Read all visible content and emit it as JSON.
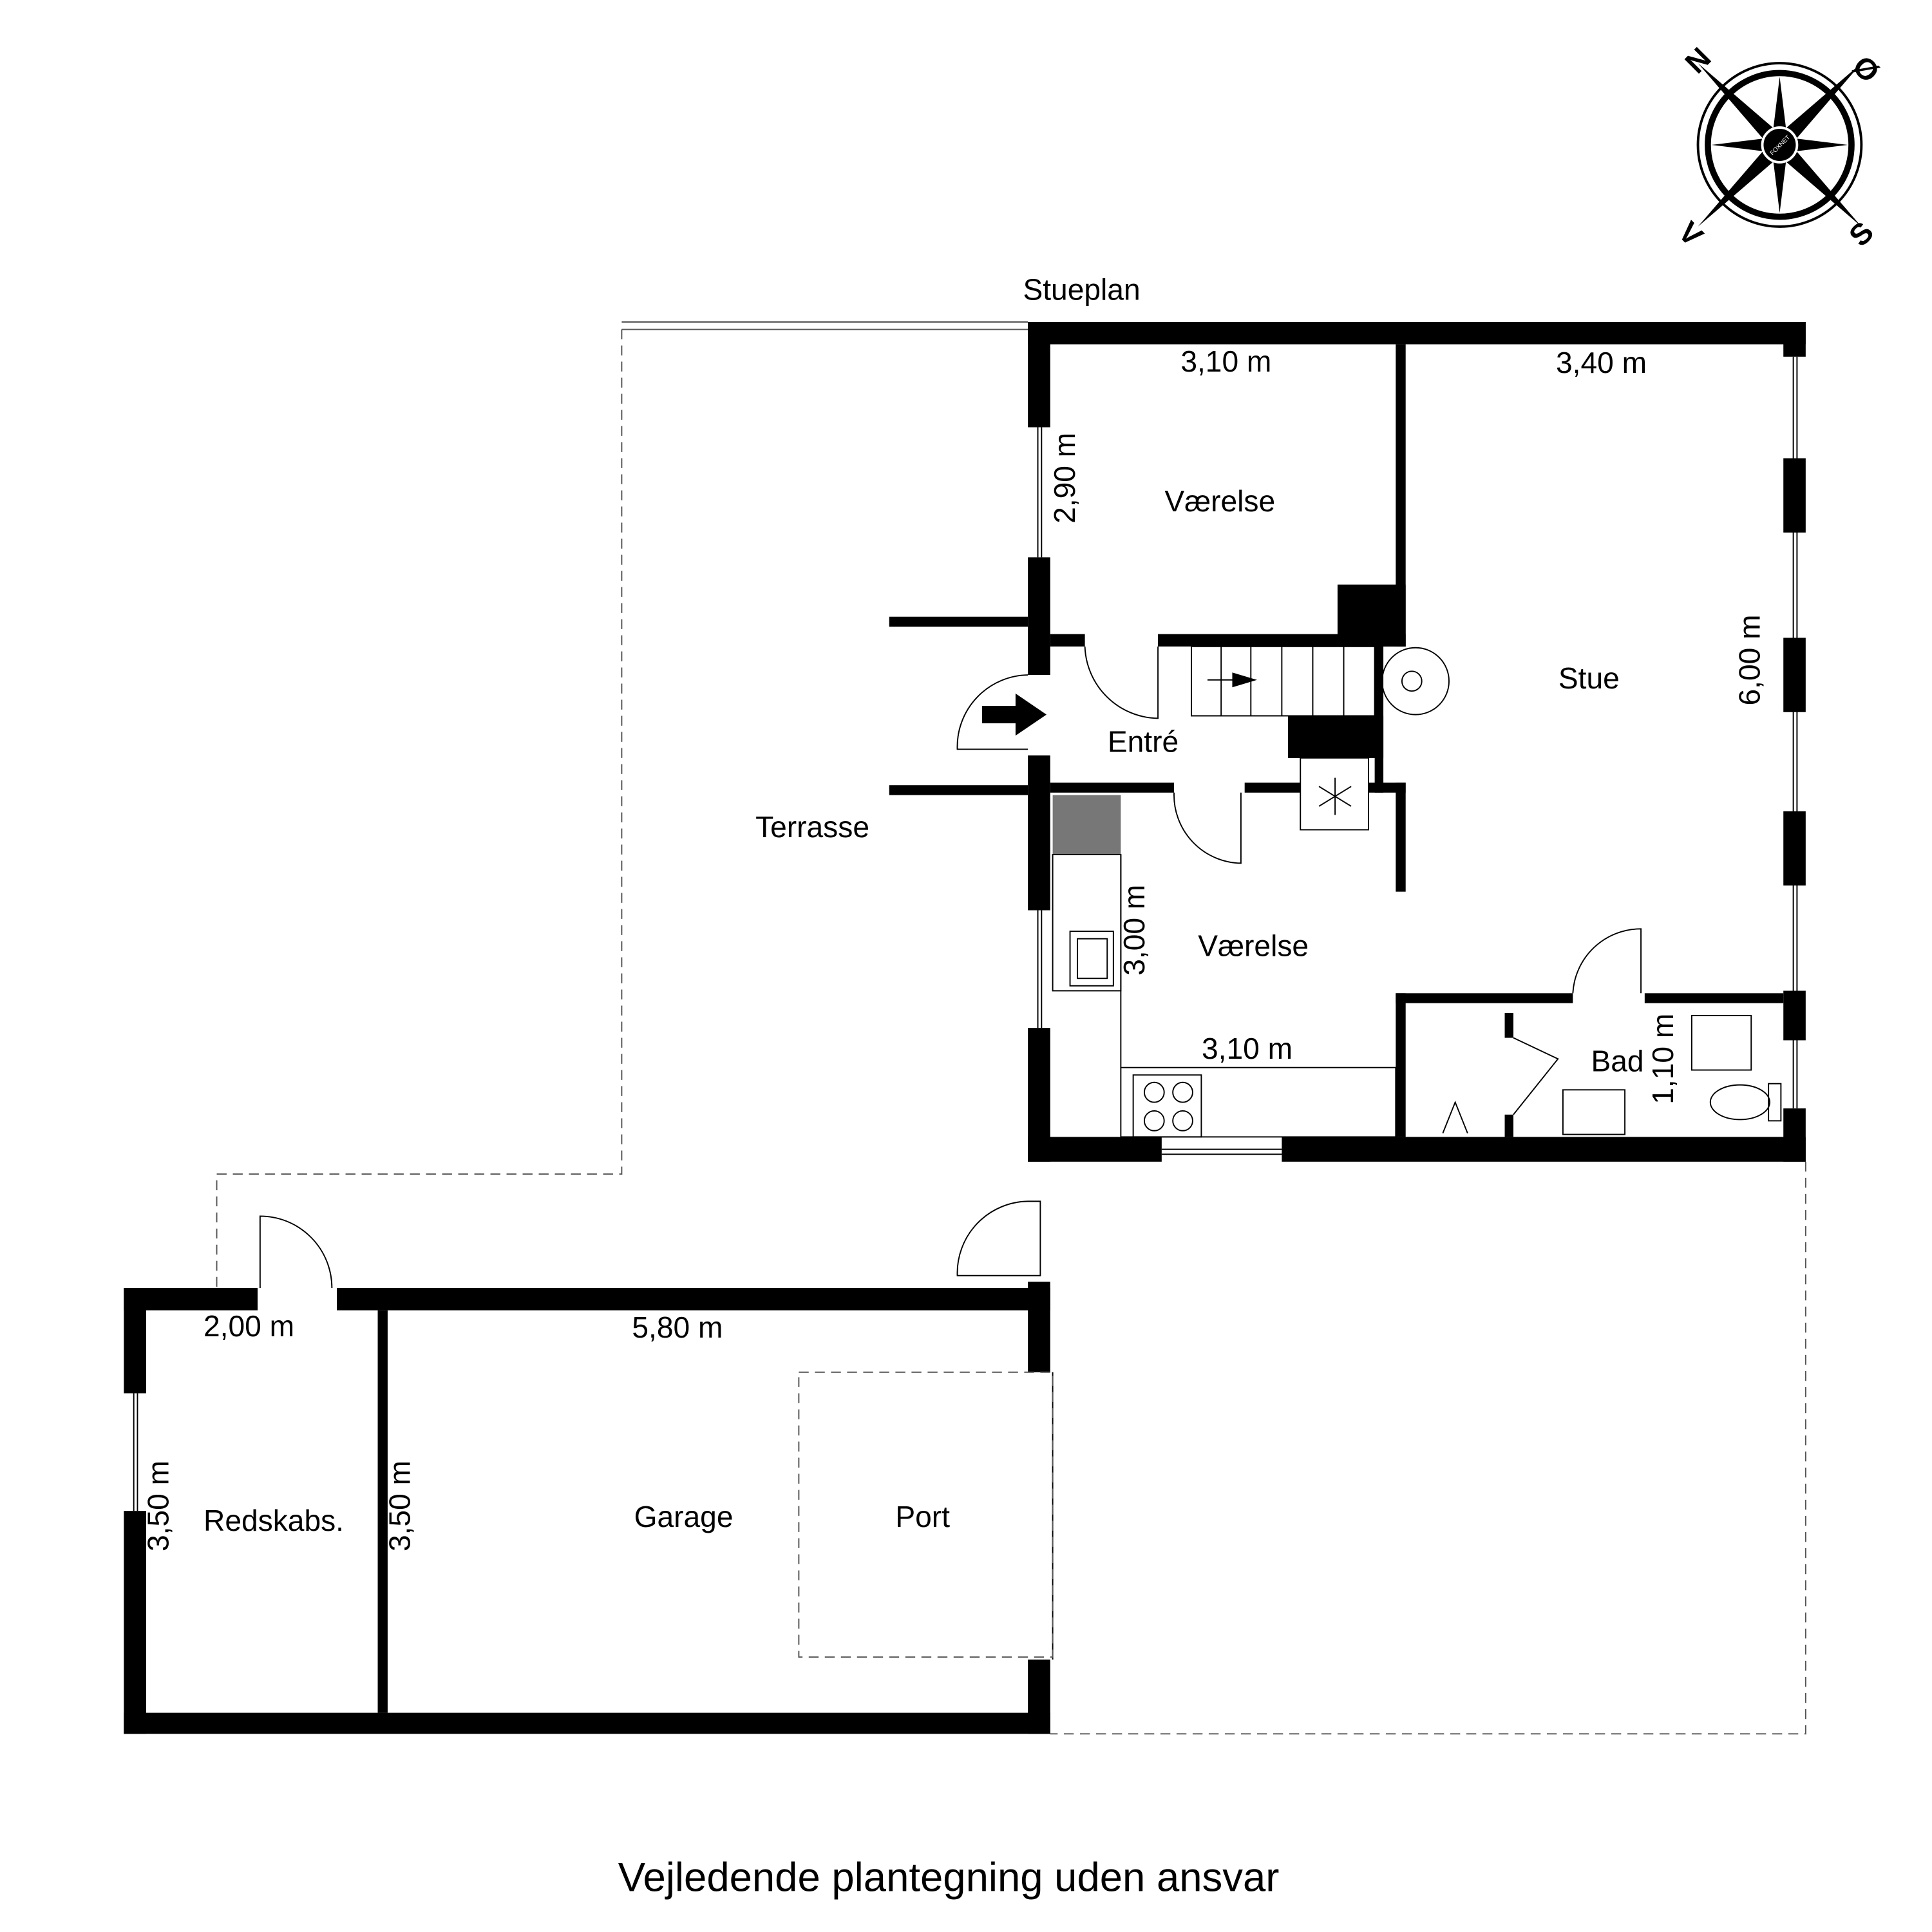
{
  "plan": {
    "floor_label": "Stueplan",
    "disclaimer": "Vejledende plantegning uden ansvar",
    "colors": {
      "wall": "#000000",
      "counter_gray": "#777777",
      "dash": "#555555"
    }
  },
  "compass": {
    "north": "N",
    "east": "Ø",
    "south": "S",
    "west": "V",
    "logo_text": "FOXNET"
  },
  "rooms": {
    "vaerelse_top": {
      "name": "Værelse",
      "width": "3,10 m",
      "depth": "2,90 m"
    },
    "stue": {
      "name": "Stue",
      "width": "3,40 m",
      "depth": "6,00 m"
    },
    "entre": {
      "name": "Entré"
    },
    "vaerelse_bottom": {
      "name": "Værelse",
      "width": "3,10 m",
      "depth": "3,00 m"
    },
    "bad": {
      "name": "Bad",
      "depth": "1,10 m"
    },
    "terrasse": {
      "name": "Terrasse"
    },
    "redskabs": {
      "name": "Redskabs.",
      "width": "2,00 m",
      "depth": "3,50 m"
    },
    "garage": {
      "name": "Garage",
      "width": "5,80 m",
      "depth": "3,50 m"
    },
    "port": {
      "name": "Port"
    }
  },
  "icons": [
    "compass-rose-icon",
    "entrance-arrow-icon",
    "stair-arrow-icon",
    "stove-icon",
    "fridge-snowflake-icon",
    "sink-icon",
    "cooktop-icon",
    "toilet-icon",
    "bathtub-icon",
    "shower-icon"
  ]
}
